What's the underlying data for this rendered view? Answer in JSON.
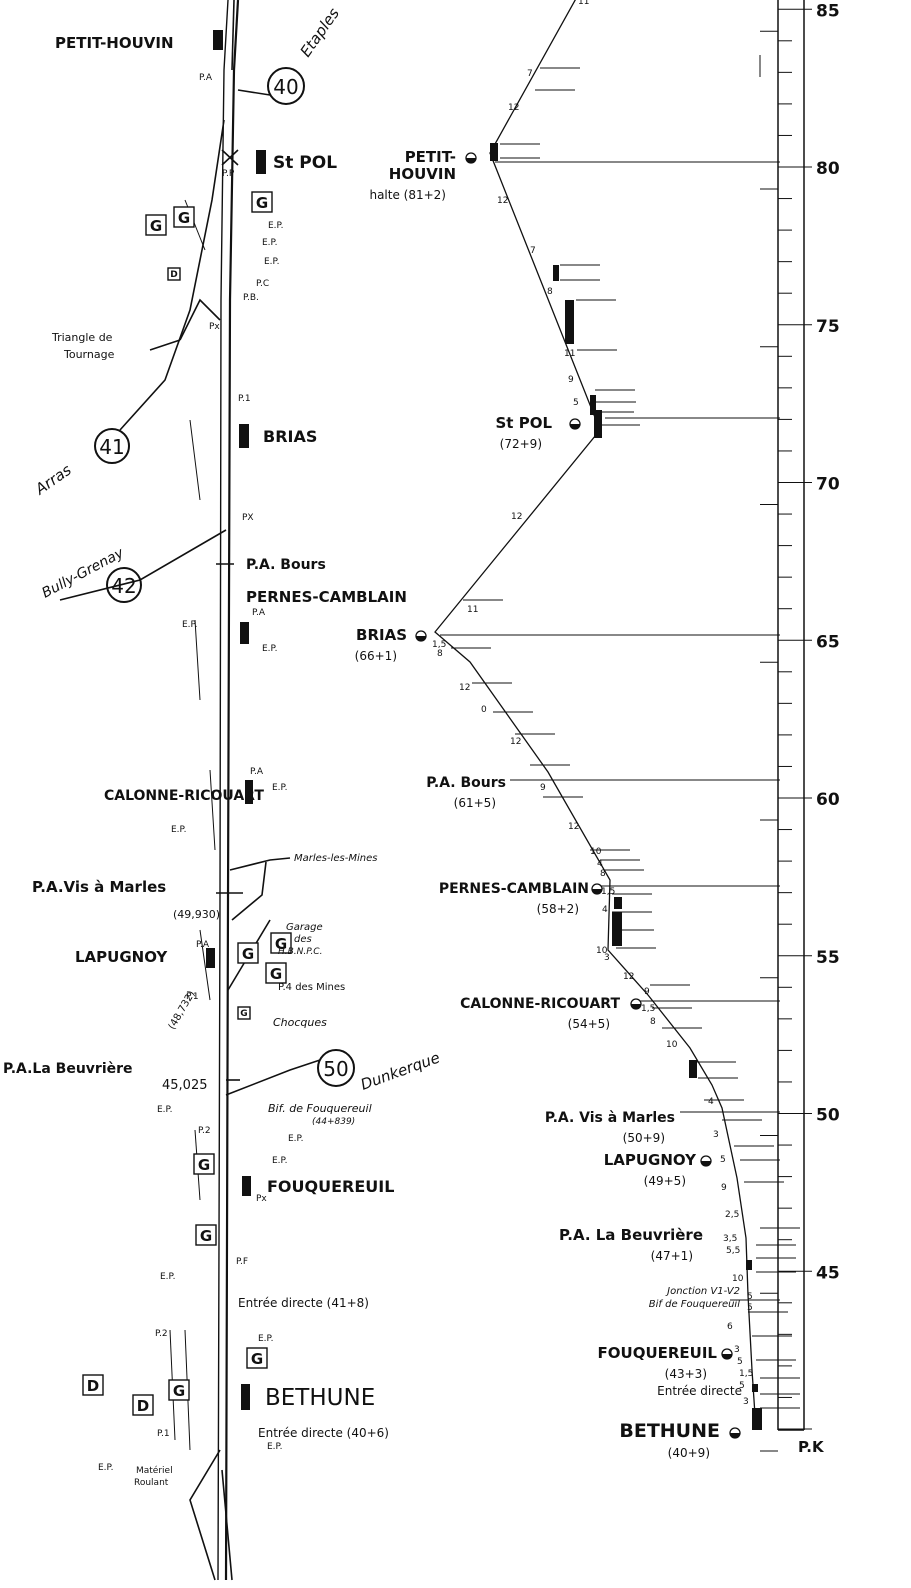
{
  "scale": {
    "unit_label": "P.K",
    "km_min": 40,
    "km_max": 86,
    "ticks": [
      85,
      80,
      75,
      70,
      65,
      60,
      55,
      50,
      45
    ]
  },
  "profile_stations": [
    {
      "km": 81.2,
      "name": [
        "PETIT-",
        "HOUVIN"
      ],
      "sub": "halte (81+2)"
    },
    {
      "km": 72.9,
      "name": [
        "St POL"
      ],
      "sub": "(72+9)"
    },
    {
      "km": 66.1,
      "name": [
        "BRIAS"
      ],
      "sub": "(66+1)"
    },
    {
      "km": 61.5,
      "name": [
        "P.A. Bours"
      ],
      "sub": "(61+5)"
    },
    {
      "km": 58.2,
      "name": [
        "PERNES-CAMBLAIN"
      ],
      "sub": "(58+2)"
    },
    {
      "km": 54.5,
      "name": [
        "CALONNE-RICOUART"
      ],
      "sub": "(54+5)"
    },
    {
      "km": 50.9,
      "name": [
        "P.A. Vis à Marles"
      ],
      "sub": "(50+9)"
    },
    {
      "km": 49.5,
      "name": [
        "LAPUGNOY"
      ],
      "sub": "(49+5)"
    },
    {
      "km": 47.1,
      "name": [
        "P.A. La Beuvrière"
      ],
      "sub": "(47+1)"
    },
    {
      "km": 43.3,
      "name": [
        "FOUQUEREUIL"
      ],
      "sub": "(43+3)"
    },
    {
      "km": 40.9,
      "name": [
        "BETHUNE"
      ],
      "sub": "(40+9)"
    }
  ],
  "profile_notes": [
    {
      "km": 45.3,
      "lines": [
        "Jonction V1-V2",
        "Bif de Fouquereuil"
      ]
    },
    {
      "km": 41.5,
      "lines": [
        "Entrée directe"
      ]
    }
  ],
  "gradients": [
    "11",
    "7",
    "12",
    "12",
    "7",
    "8",
    "11",
    "9",
    "5",
    "12",
    "11",
    "1,5",
    "8",
    "12",
    "0",
    "12",
    "9",
    "12",
    "10",
    "4",
    "8",
    "1,5",
    "4",
    "10",
    "3",
    "12",
    "9",
    "1,5",
    "8",
    "10",
    "4",
    "3",
    "5",
    "9",
    "2,5",
    "3,5",
    "5,5",
    "10",
    "5",
    "5",
    "6",
    "3",
    "5",
    "1,5",
    "5",
    "3"
  ],
  "line_stations": [
    {
      "name": "PETIT-HOUVIN"
    },
    {
      "name": "St POL"
    },
    {
      "name": "BRIAS"
    },
    {
      "name": "P.A. Bours"
    },
    {
      "name": "PERNES-CAMBLAIN"
    },
    {
      "name": "CALONNE-RICOUART"
    },
    {
      "name": "P.A.Vis à Marles"
    },
    {
      "name": "LAPUGNOY"
    },
    {
      "name": "P.A.La Beuvrière"
    },
    {
      "name": "FOUQUEREUIL"
    },
    {
      "name": "BETHUNE"
    }
  ],
  "route_markers": [
    {
      "number": "40",
      "direction": "Etaples"
    },
    {
      "number": "41",
      "direction": "Arras"
    },
    {
      "number": "42",
      "direction": "Bully-Grenay"
    },
    {
      "number": "50",
      "direction": "Dunkerque"
    }
  ],
  "side_labels": {
    "triangle": [
      "Triangle de",
      "Tournage"
    ],
    "marles": "Marles-les-Mines",
    "garage": [
      "Garage",
      "des",
      "H.B.N.P.C."
    ],
    "pa_mines": "P.4 des Mines",
    "chocques": "Chocques",
    "km_49930": "(49,930)",
    "km_48732": "(48,732)",
    "km_45025": "45,025",
    "bif": [
      "Bif. de Fouquereuil",
      "(44+839)"
    ],
    "entree1": "Entrée directe (41+8)",
    "entree2": "Entrée directe (40+6)",
    "materiel": [
      "Matériel",
      "Roulant"
    ]
  },
  "yard_letters": {
    "goods": "G",
    "depot": "D"
  },
  "signal_codes": [
    "P.A",
    "P.P",
    "E.P.",
    "P.C",
    "P.B.",
    "Px",
    "P.1",
    "PX",
    "P.2",
    "P.F",
    "P.1"
  ]
}
